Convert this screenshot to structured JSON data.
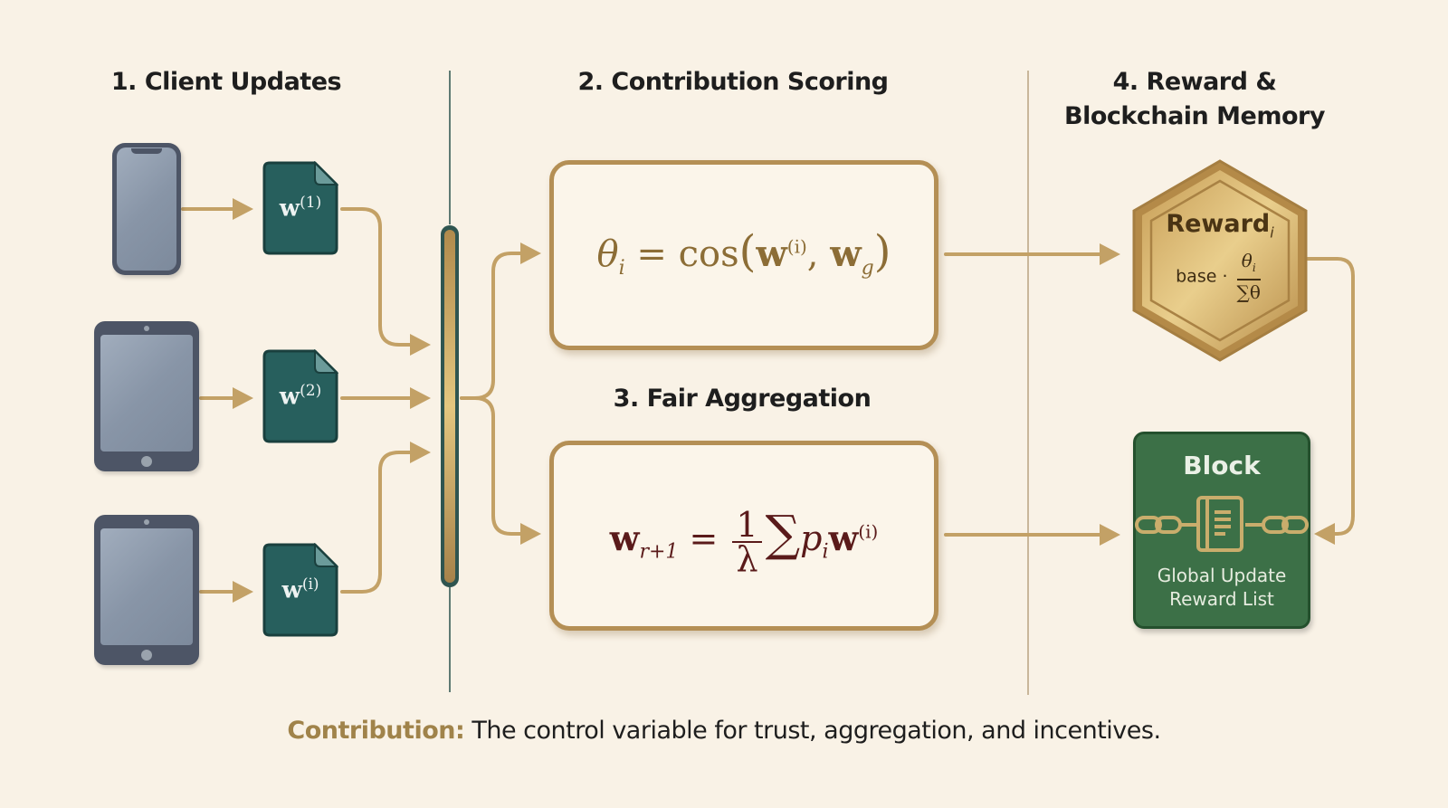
{
  "colors": {
    "background": "#f9f2e6",
    "gold": "#b48f55",
    "teal_doc": "#275f5d",
    "device": "#4d5566",
    "block_green": "#3c7047",
    "formula_gold": "#8c6d36",
    "formula_maroon": "#5a1a1a"
  },
  "sections": {
    "client_updates": {
      "title": "1. Client Updates"
    },
    "contribution_scoring": {
      "title": "2. Contribution Scoring"
    },
    "fair_aggregation": {
      "title": "3. Fair Aggregation"
    },
    "reward_blockchain": {
      "title_line1": "4. Reward &",
      "title_line2": "Blockchain Memory"
    }
  },
  "clients": [
    {
      "device": "phone",
      "update_base": "w",
      "update_sup": "(1)"
    },
    {
      "device": "tablet",
      "update_base": "w",
      "update_sup": "(2)"
    },
    {
      "device": "tablet",
      "update_base": "w",
      "update_sup": "(i)"
    }
  ],
  "scoring_formula": {
    "lhs": "θ",
    "lhs_sub": "i",
    "eq": "=",
    "func": "cos",
    "open": "(",
    "arg1": "w",
    "arg1_sup": "(i)",
    "comma": ",",
    "arg2": "w",
    "arg2_sub": "g",
    "close": ")"
  },
  "aggregation_formula": {
    "lhs": "w",
    "lhs_sub": "r+1",
    "eq": "=",
    "frac_num": "1",
    "frac_den": "λ",
    "sum": "∑",
    "p": "p",
    "p_sub": "i",
    "w": "w",
    "w_sup": "(i)"
  },
  "reward": {
    "title": "Reward",
    "title_sub": "i",
    "base_label": "base ·",
    "frac_num": "θ",
    "frac_num_sub": "i",
    "frac_den": "∑θ"
  },
  "block": {
    "title": "Block",
    "icon": "chained-ledger-icon",
    "line1": "Global Update",
    "line2": "Reward List"
  },
  "footer": {
    "keyword": "Contribution:",
    "text": " The control variable for trust, aggregation, and incentives."
  }
}
